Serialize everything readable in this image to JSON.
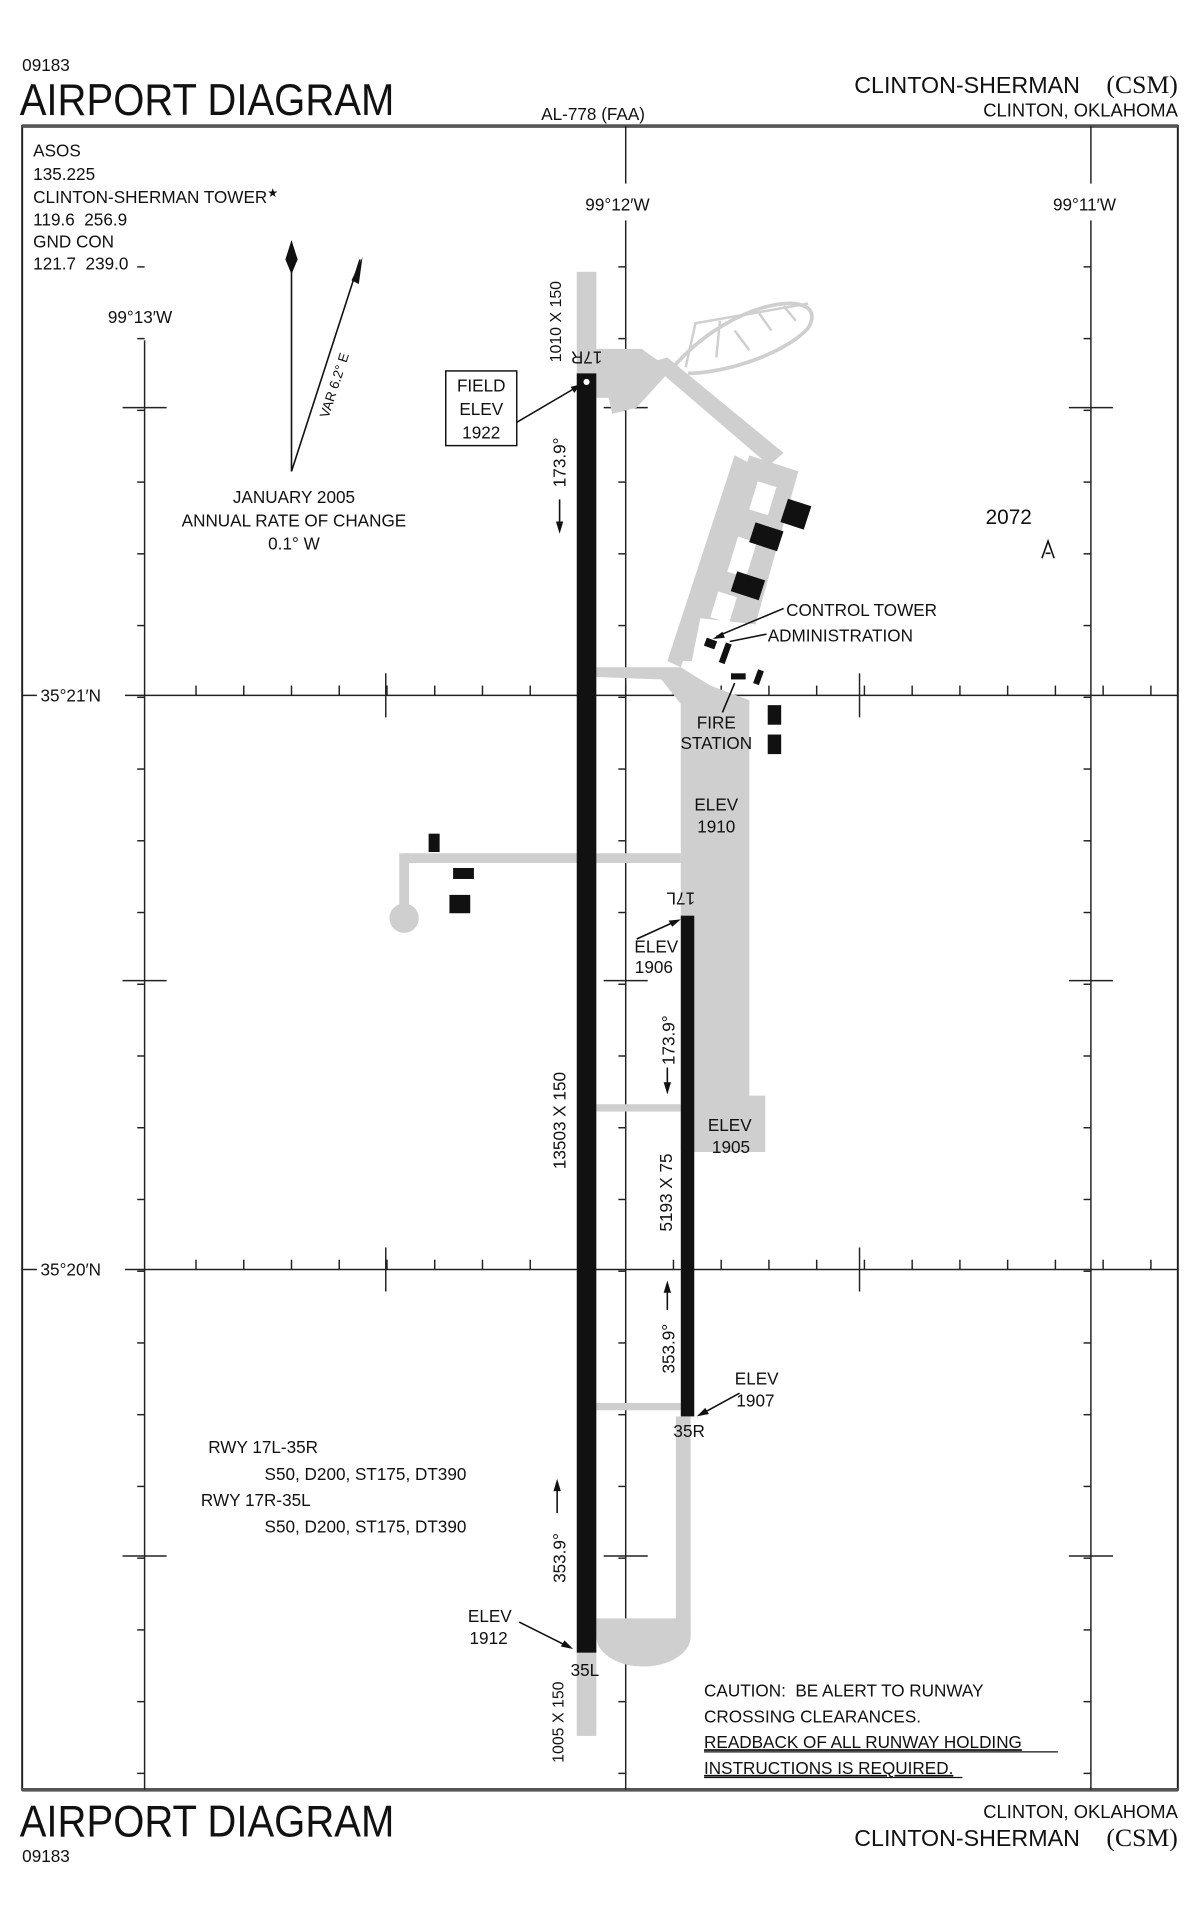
{
  "header": {
    "chart_cycle": "09183",
    "title": "AIRPORT DIAGRAM",
    "chart_id": "AL-778 (FAA)",
    "airport_name": "CLINTON-SHERMAN",
    "airport_code": "(CSM)",
    "location": "CLINTON, OKLAHOMA"
  },
  "footer": {
    "title": "AIRPORT DIAGRAM",
    "chart_cycle": "09183",
    "location": "CLINTON, OKLAHOMA",
    "airport_name": "CLINTON-SHERMAN",
    "airport_code": "(CSM)"
  },
  "frequencies": {
    "asos_label": "ASOS",
    "asos_freq": "135.225",
    "tower_label": "CLINTON-SHERMAN TOWER",
    "tower_star": "★",
    "tower_freq": "119.6  256.9",
    "gnd_label": "GND CON",
    "gnd_freq": "121.7  239.0"
  },
  "magnetic": {
    "var_label": "VAR 6.2° E",
    "date": "JANUARY 2005",
    "rate_label": "ANNUAL RATE OF CHANGE",
    "rate": "0.1° W"
  },
  "grid": {
    "lon_w1": "99°13′W",
    "lon_w2": "99°12′W",
    "lon_w3": "99°11′W",
    "lat_n1": "35°21′N",
    "lat_n2": "35°20′N"
  },
  "field_elev": {
    "label1": "FIELD",
    "label2": "ELEV",
    "value": "1922"
  },
  "runways": {
    "r17r": "17R",
    "r35l": "35L",
    "r17l": "17L",
    "r35r": "35R",
    "main_dims": "13503 X 150",
    "main_north_ext": "1010 X 150",
    "main_south_ext": "1005 X 150",
    "second_dims": "5193 X 75",
    "hdg_main_south": "173.9°",
    "hdg_main_north": "353.9°",
    "hdg_second_south": "173.9°",
    "hdg_second_north": "353.9°"
  },
  "elevations": {
    "elev_label": "ELEV",
    "apron": "1910",
    "r17l": "1906",
    "ramp_south": "1905",
    "r35r": "1907",
    "r35l": "1912",
    "obstacle": "2072"
  },
  "labels": {
    "control_tower": "CONTROL TOWER",
    "administration": "ADMINISTRATION",
    "fire": "FIRE",
    "station": "STATION"
  },
  "strength": {
    "rwy1": "RWY 17L-35R",
    "rwy1_vals": "S50, D200, ST175, DT390",
    "rwy2": "RWY 17R-35L",
    "rwy2_vals": "S50, D200, ST175, DT390"
  },
  "caution": {
    "line1": "CAUTION:  BE ALERT TO RUNWAY",
    "line2": "CROSSING CLEARANCES.",
    "line3": "READBACK OF ALL RUNWAY HOLDING",
    "line4": "INSTRUCTIONS IS REQUIRED."
  }
}
